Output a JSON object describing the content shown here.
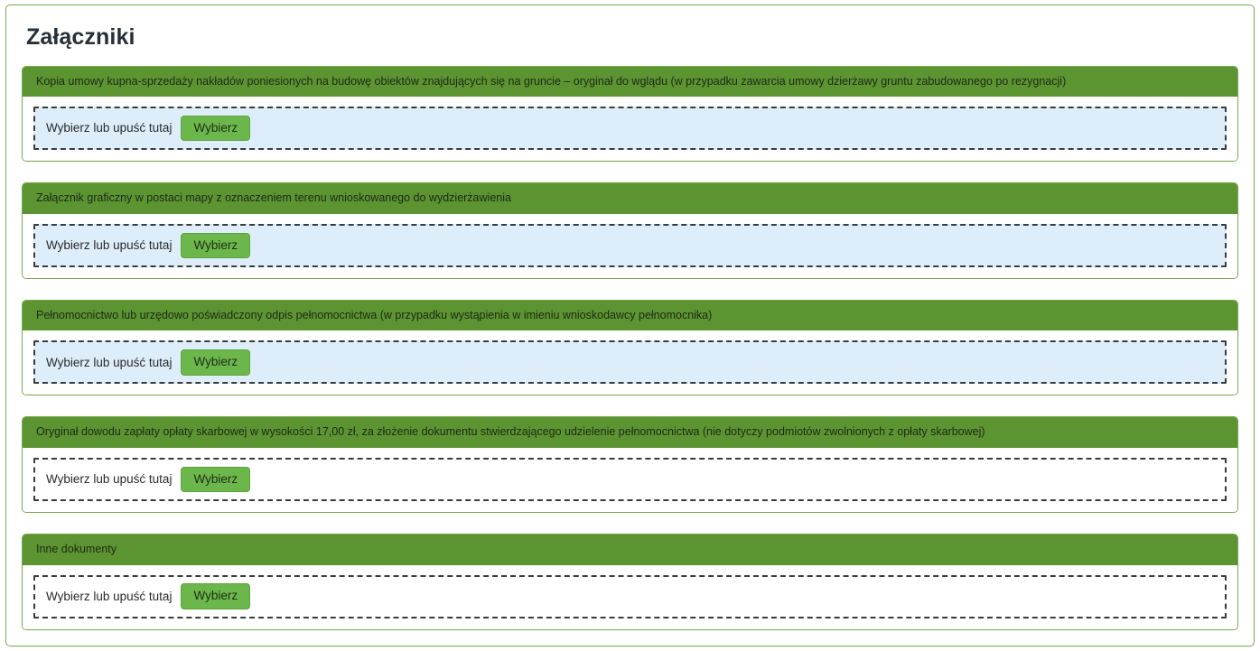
{
  "page": {
    "title": "Załączniki",
    "accent_green": "#5c9432",
    "border_green": "#79a74e",
    "button_green": "#6cb74b",
    "dropzone_blue": "#ddeefa",
    "title_color": "#25303a"
  },
  "dropzone": {
    "label": "Wybierz lub upuść tutaj",
    "button_label": "Wybierz"
  },
  "sections": [
    {
      "title": "Kopia umowy kupna-sprzedaży nakładów poniesionych na budowę obiektów znajdujących się na gruncie – oryginał do wglądu (w przypadku zawarcia umowy dzierżawy gruntu zabudowanego po rezygnacji)",
      "dropzone_filled": true,
      "dz_label": "Wybierz lub upuść tutaj",
      "dz_button": "Wybierz"
    },
    {
      "title": "Załącznik graficzny w postaci mapy z oznaczeniem terenu wnioskowanego do wydzierżawienia",
      "dropzone_filled": true,
      "dz_label": "Wybierz lub upuść tutaj",
      "dz_button": "Wybierz"
    },
    {
      "title": "Pełnomocnictwo lub urzędowo poświadczony odpis pełnomocnictwa (w przypadku wystąpienia w imieniu wnioskodawcy pełnomocnika)",
      "dropzone_filled": true,
      "dz_label": "Wybierz lub upuść tutaj",
      "dz_button": "Wybierz"
    },
    {
      "title": "Oryginał dowodu zapłaty opłaty skarbowej w wysokości 17,00 zł, za złożenie dokumentu stwierdzającego udzielenie pełnomocnictwa (nie dotyczy podmiotów zwolnionych z opłaty skarbowej)",
      "dropzone_filled": false,
      "dz_label": "Wybierz lub upuść tutaj",
      "dz_button": "Wybierz"
    },
    {
      "title": "Inne dokumenty",
      "dropzone_filled": false,
      "dz_label": "Wybierz lub upuść tutaj",
      "dz_button": "Wybierz"
    }
  ]
}
